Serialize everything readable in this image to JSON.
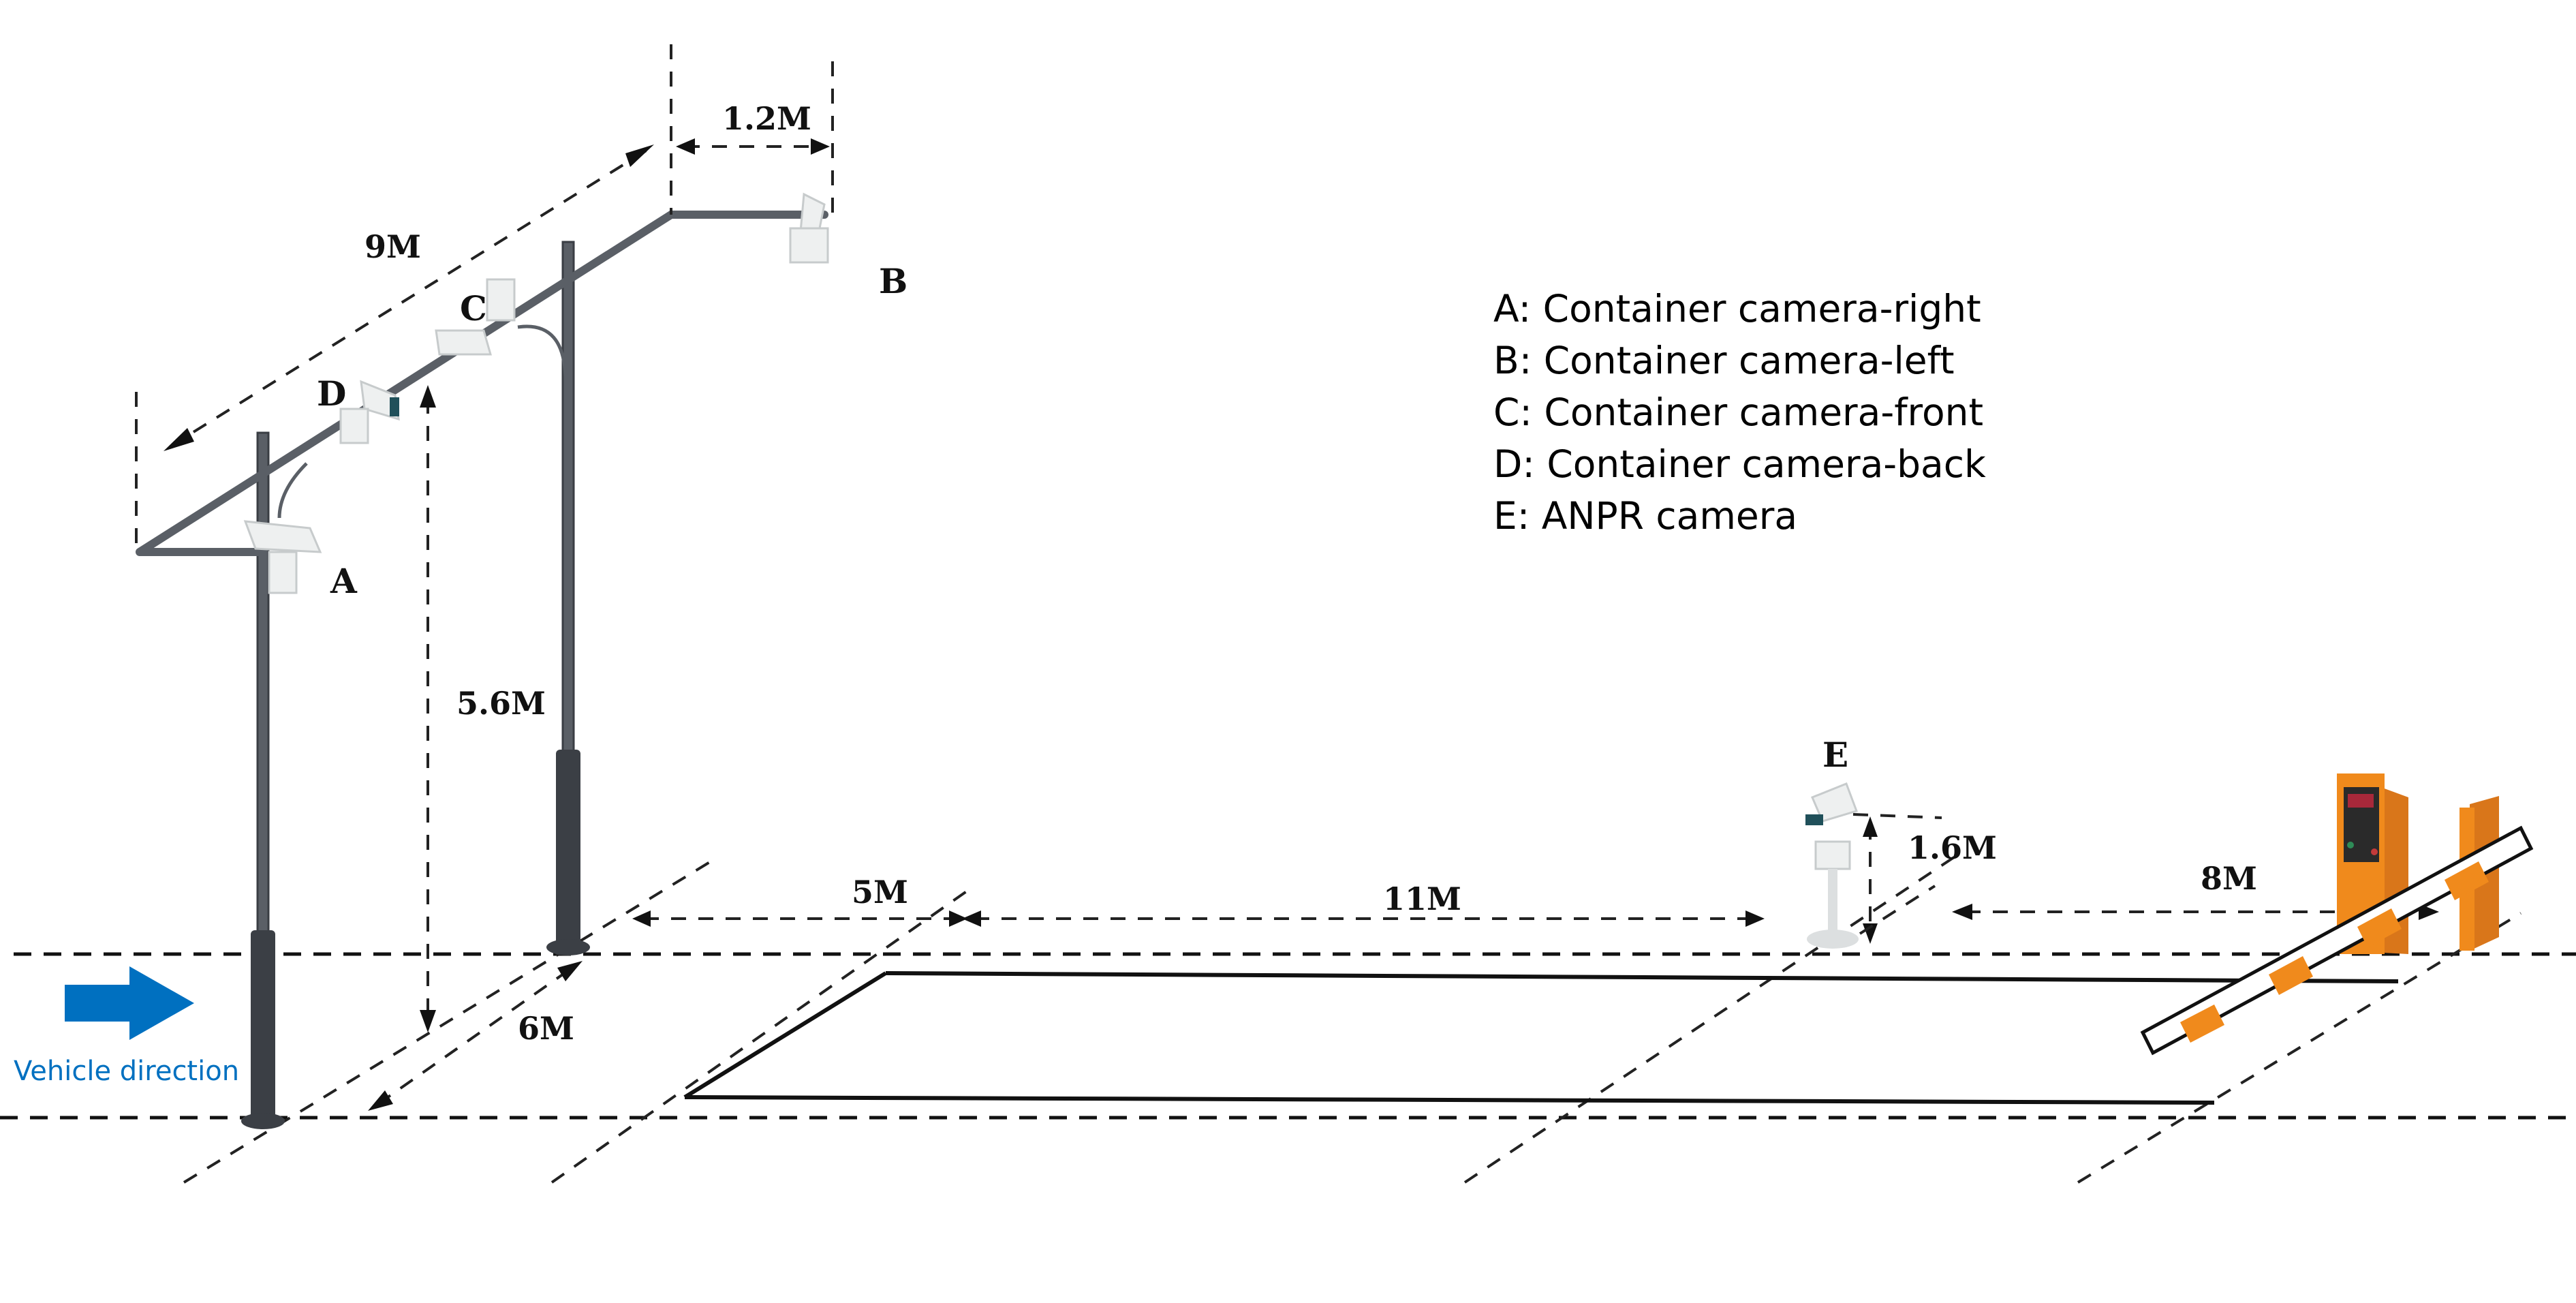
{
  "legend": {
    "items": [
      {
        "key": "A",
        "text": "A: Container camera-right"
      },
      {
        "key": "B",
        "text": "B: Container camera-left"
      },
      {
        "key": "C",
        "text": "C: Container camera-front"
      },
      {
        "key": "D",
        "text": "D: Container camera-back"
      },
      {
        "key": "E",
        "text": "E: ANPR camera"
      }
    ]
  },
  "cameras": {
    "A": "A",
    "B": "B",
    "C": "C",
    "D": "D",
    "E": "E"
  },
  "dimensions": {
    "arm_span": "9M",
    "arm_extension": "1.2M",
    "gantry_height": "5.6M",
    "lane_width": "6M",
    "gantry_to_zone": "5M",
    "zone_to_anpr": "11M",
    "anpr_height": "1.6M",
    "anpr_to_barrier": "8M"
  },
  "vehicle_direction": {
    "label": "Vehicle direction",
    "color": "#0070c0"
  },
  "colors": {
    "barrier_orange": "#f08a1c",
    "pole_gray": "#5a5f66",
    "direction_blue": "#0070c0"
  }
}
